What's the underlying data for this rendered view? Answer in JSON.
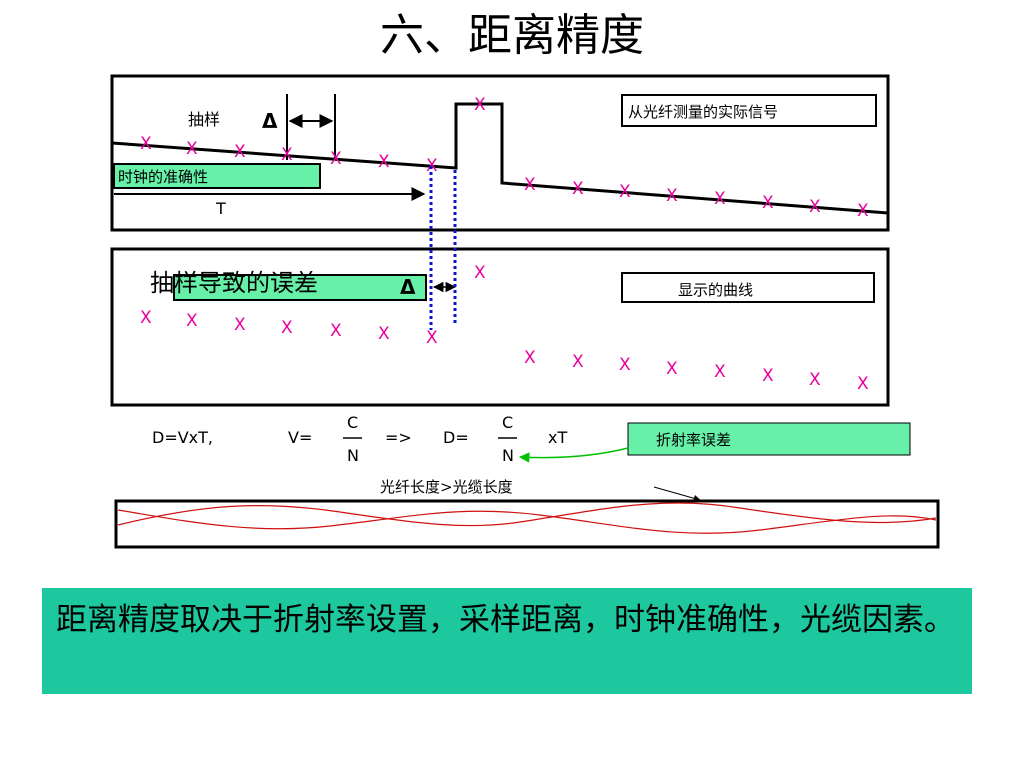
{
  "title": "六、距离精度",
  "top_panel": {
    "sampling_label": "抽样",
    "delta_symbol": "Δ",
    "clock_accuracy_label": "时钟的准确性",
    "period_label": "T",
    "actual_signal_label": "从光纤测量的实际信号",
    "marker": "X"
  },
  "bottom_panel": {
    "sampling_error_label": "抽样导致的误差",
    "delta_symbol": "Δ",
    "displayed_curve_label": "显示的曲线",
    "marker": "X"
  },
  "formula": {
    "d_eq": "D=VxT,",
    "v_eq": "V=",
    "numerator": "C",
    "denominator": "N",
    "implies": "=>",
    "d_eq2": "D=",
    "numerator2": "C",
    "denominator2": "N",
    "times_t": "xT"
  },
  "refraction_error_label": "折射率误差",
  "fiber_vs_cable_label": "光纤长度>光缆长度",
  "summary_text": "距离精度取决于折射率设置，采样距离，时钟准确性，光缆因素。",
  "colors": {
    "marker": "#e8009c",
    "label_fill": "#66f0a8",
    "summary_bg": "#1ec89e",
    "dotted_line": "#1010d0",
    "fiber_wave": "#d01010",
    "arrow_green": "#00c000"
  }
}
